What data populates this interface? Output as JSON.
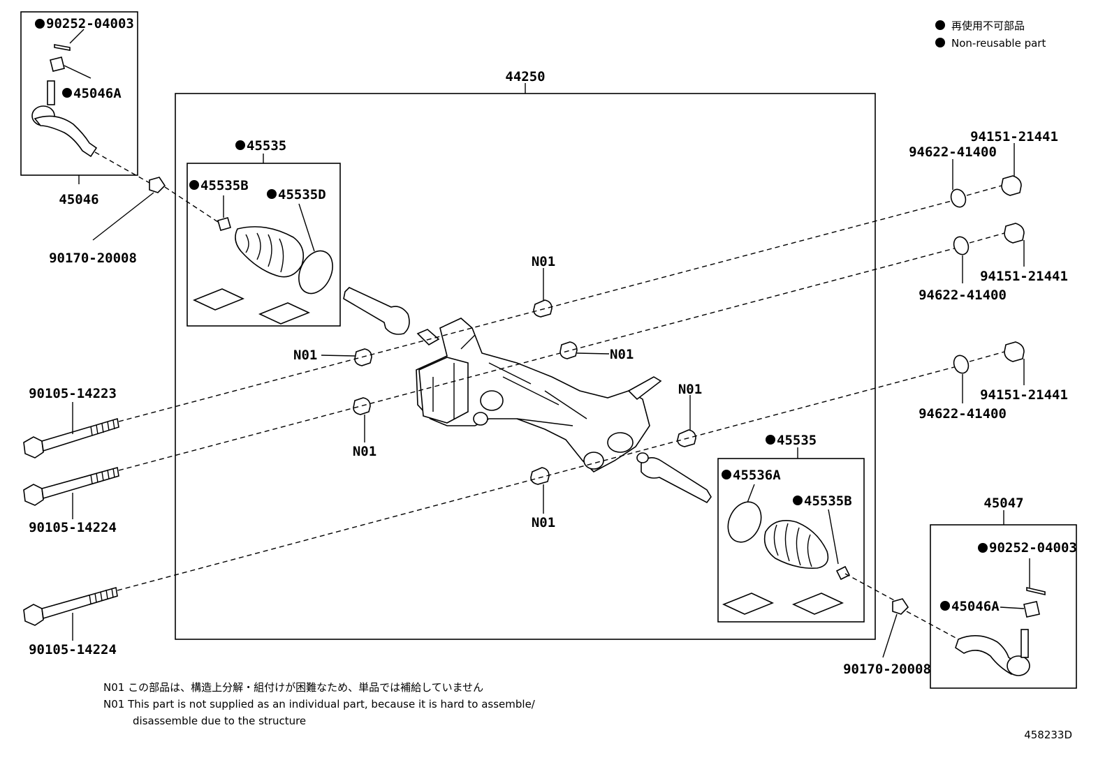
{
  "legend": {
    "ja": "再使用不可部品",
    "en": "Non-reusable part"
  },
  "labels": {
    "assembly": "44250",
    "tie_end_left": "45046",
    "tie_end_right": "45047",
    "cotter_pin_left": "90252-04003",
    "cotter_pin_right": "90252-04003",
    "nut_left_small": "45046A",
    "nut_right_small": "45046A",
    "boot_kit_left": "45535",
    "boot_kit_right": "45535",
    "clip_left": "45535B",
    "clip_right": "45535B",
    "boot_left": "45535D",
    "clamp_right": "45536A",
    "lock_nut_left": "90170-20008",
    "lock_nut_right": "90170-20008",
    "bolt_1": "90105-14223",
    "bolt_2": "90105-14224",
    "bolt_3": "90105-14224",
    "washer_1": "94622-41400",
    "washer_2": "94622-41400",
    "washer_3": "94622-41400",
    "nut_1": "94151-21441",
    "nut_2": "94151-21441",
    "nut_3": "94151-21441",
    "bushing_1": "N01",
    "bushing_2": "N01",
    "bushing_3": "N01",
    "bushing_4": "N01",
    "bushing_5": "N01",
    "bushing_6": "N01"
  },
  "notes": {
    "ja": "N01 この部品は、構造上分解・組付けが困難なため、単品では補給していません",
    "en_line1": "N01 This part is not supplied as an individual part, because it is hard to assemble/",
    "en_line2": "disassemble due to the structure"
  },
  "diagram_code": "458233D"
}
